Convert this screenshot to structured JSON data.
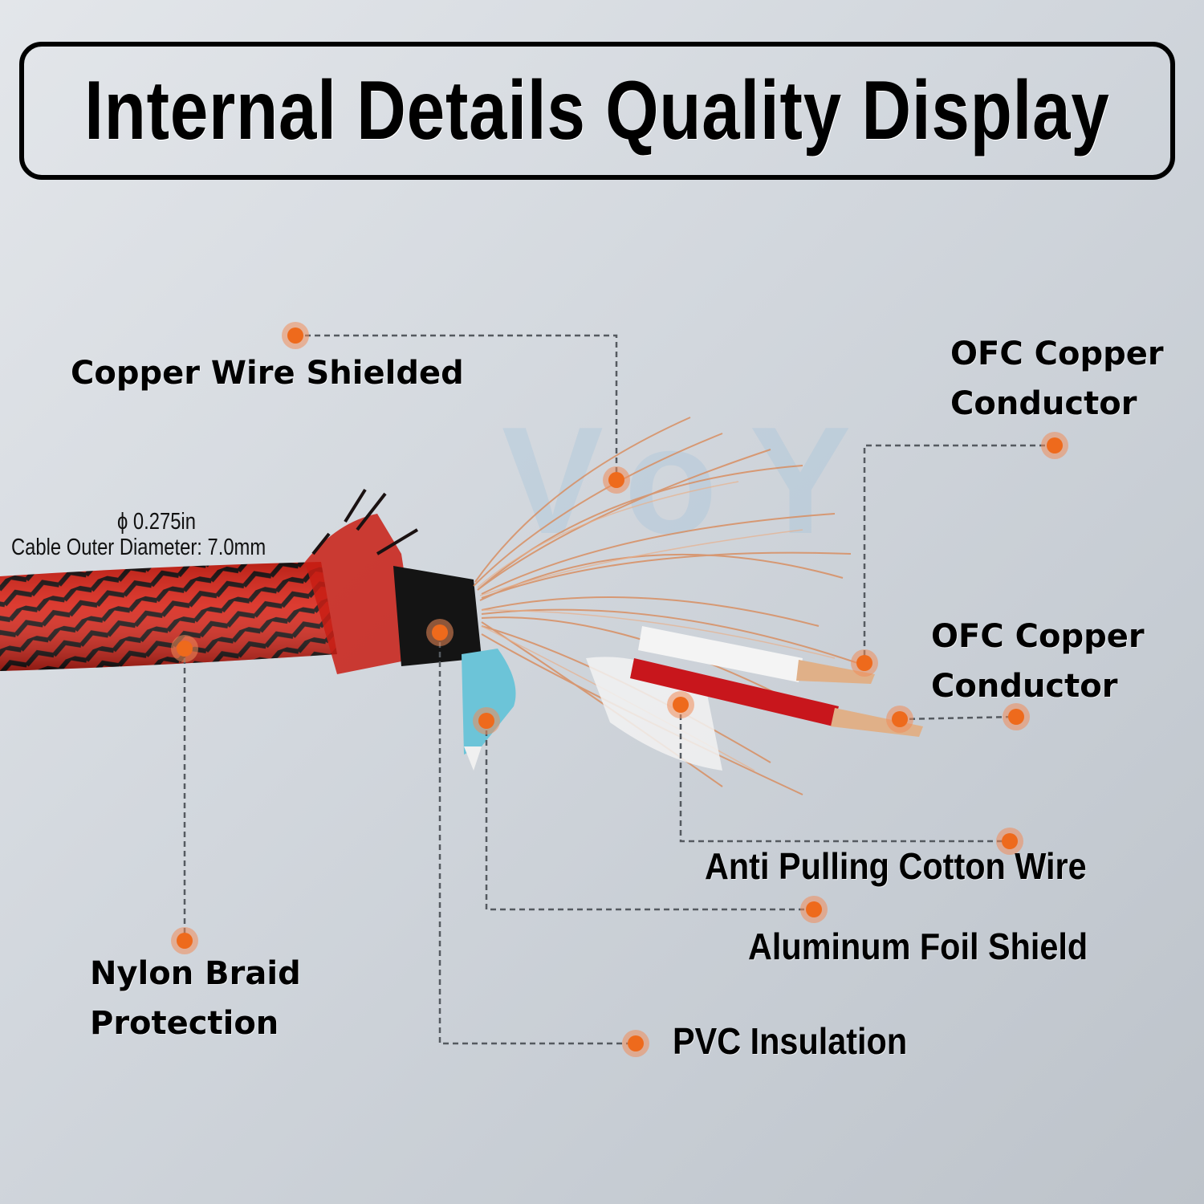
{
  "title": "Internal Details Quality Display",
  "dimension": {
    "inches": "ϕ 0.275in",
    "millimeters": "Cable Outer Diameter: 7.0mm"
  },
  "watermark": "VoY",
  "callouts": [
    {
      "id": "copper-wire-shielded",
      "label": "Copper Wire Shielded"
    },
    {
      "id": "ofc-copper-conductor-top",
      "line1": "OFC Copper",
      "line2": "Conductor"
    },
    {
      "id": "ofc-copper-conductor-mid",
      "line1": "OFC Copper",
      "line2": "Conductor"
    },
    {
      "id": "anti-pulling-cotton-wire",
      "label": "Anti Pulling Cotton Wire"
    },
    {
      "id": "aluminum-foil-shield",
      "label": "Aluminum Foil Shield"
    },
    {
      "id": "nylon-braid-protection",
      "line1": "Nylon Braid",
      "line2": "Protection"
    },
    {
      "id": "pvc-insulation",
      "label": "PVC Insulation"
    }
  ],
  "colors": {
    "accent_dot": "#ee6a1c",
    "braid_red": "#d8261a",
    "braid_black": "#1a1111",
    "copper": "#d98a5a",
    "foil_blue": "#6cc4d8",
    "leader_line": "#555a60"
  }
}
